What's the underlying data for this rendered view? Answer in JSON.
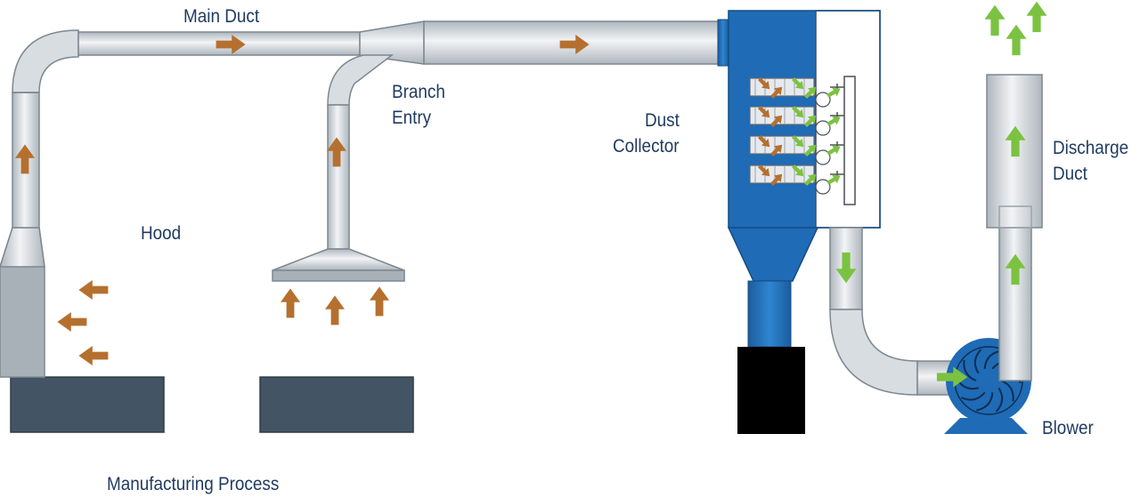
{
  "labels": {
    "main_duct": "Main Duct",
    "branch_entry": [
      "Branch",
      "Entry"
    ],
    "dust_collector": [
      "Dust",
      "Collector"
    ],
    "discharge_duct": [
      "Discharge",
      "Duct"
    ],
    "hood": "Hood",
    "blower": "Blower",
    "manufacturing_process": "Manufacturing Process"
  },
  "colors": {
    "duct_fill": "#dde2e7",
    "duct_stroke": "#7d8790",
    "collector_blue": "#1f6bb5",
    "process_block": "#435564",
    "hopper_bin": "#000000",
    "dirty_air_arrow": "#b5702f",
    "clean_air_arrow": "#7cc242",
    "label_text": "#1f3a5f"
  }
}
